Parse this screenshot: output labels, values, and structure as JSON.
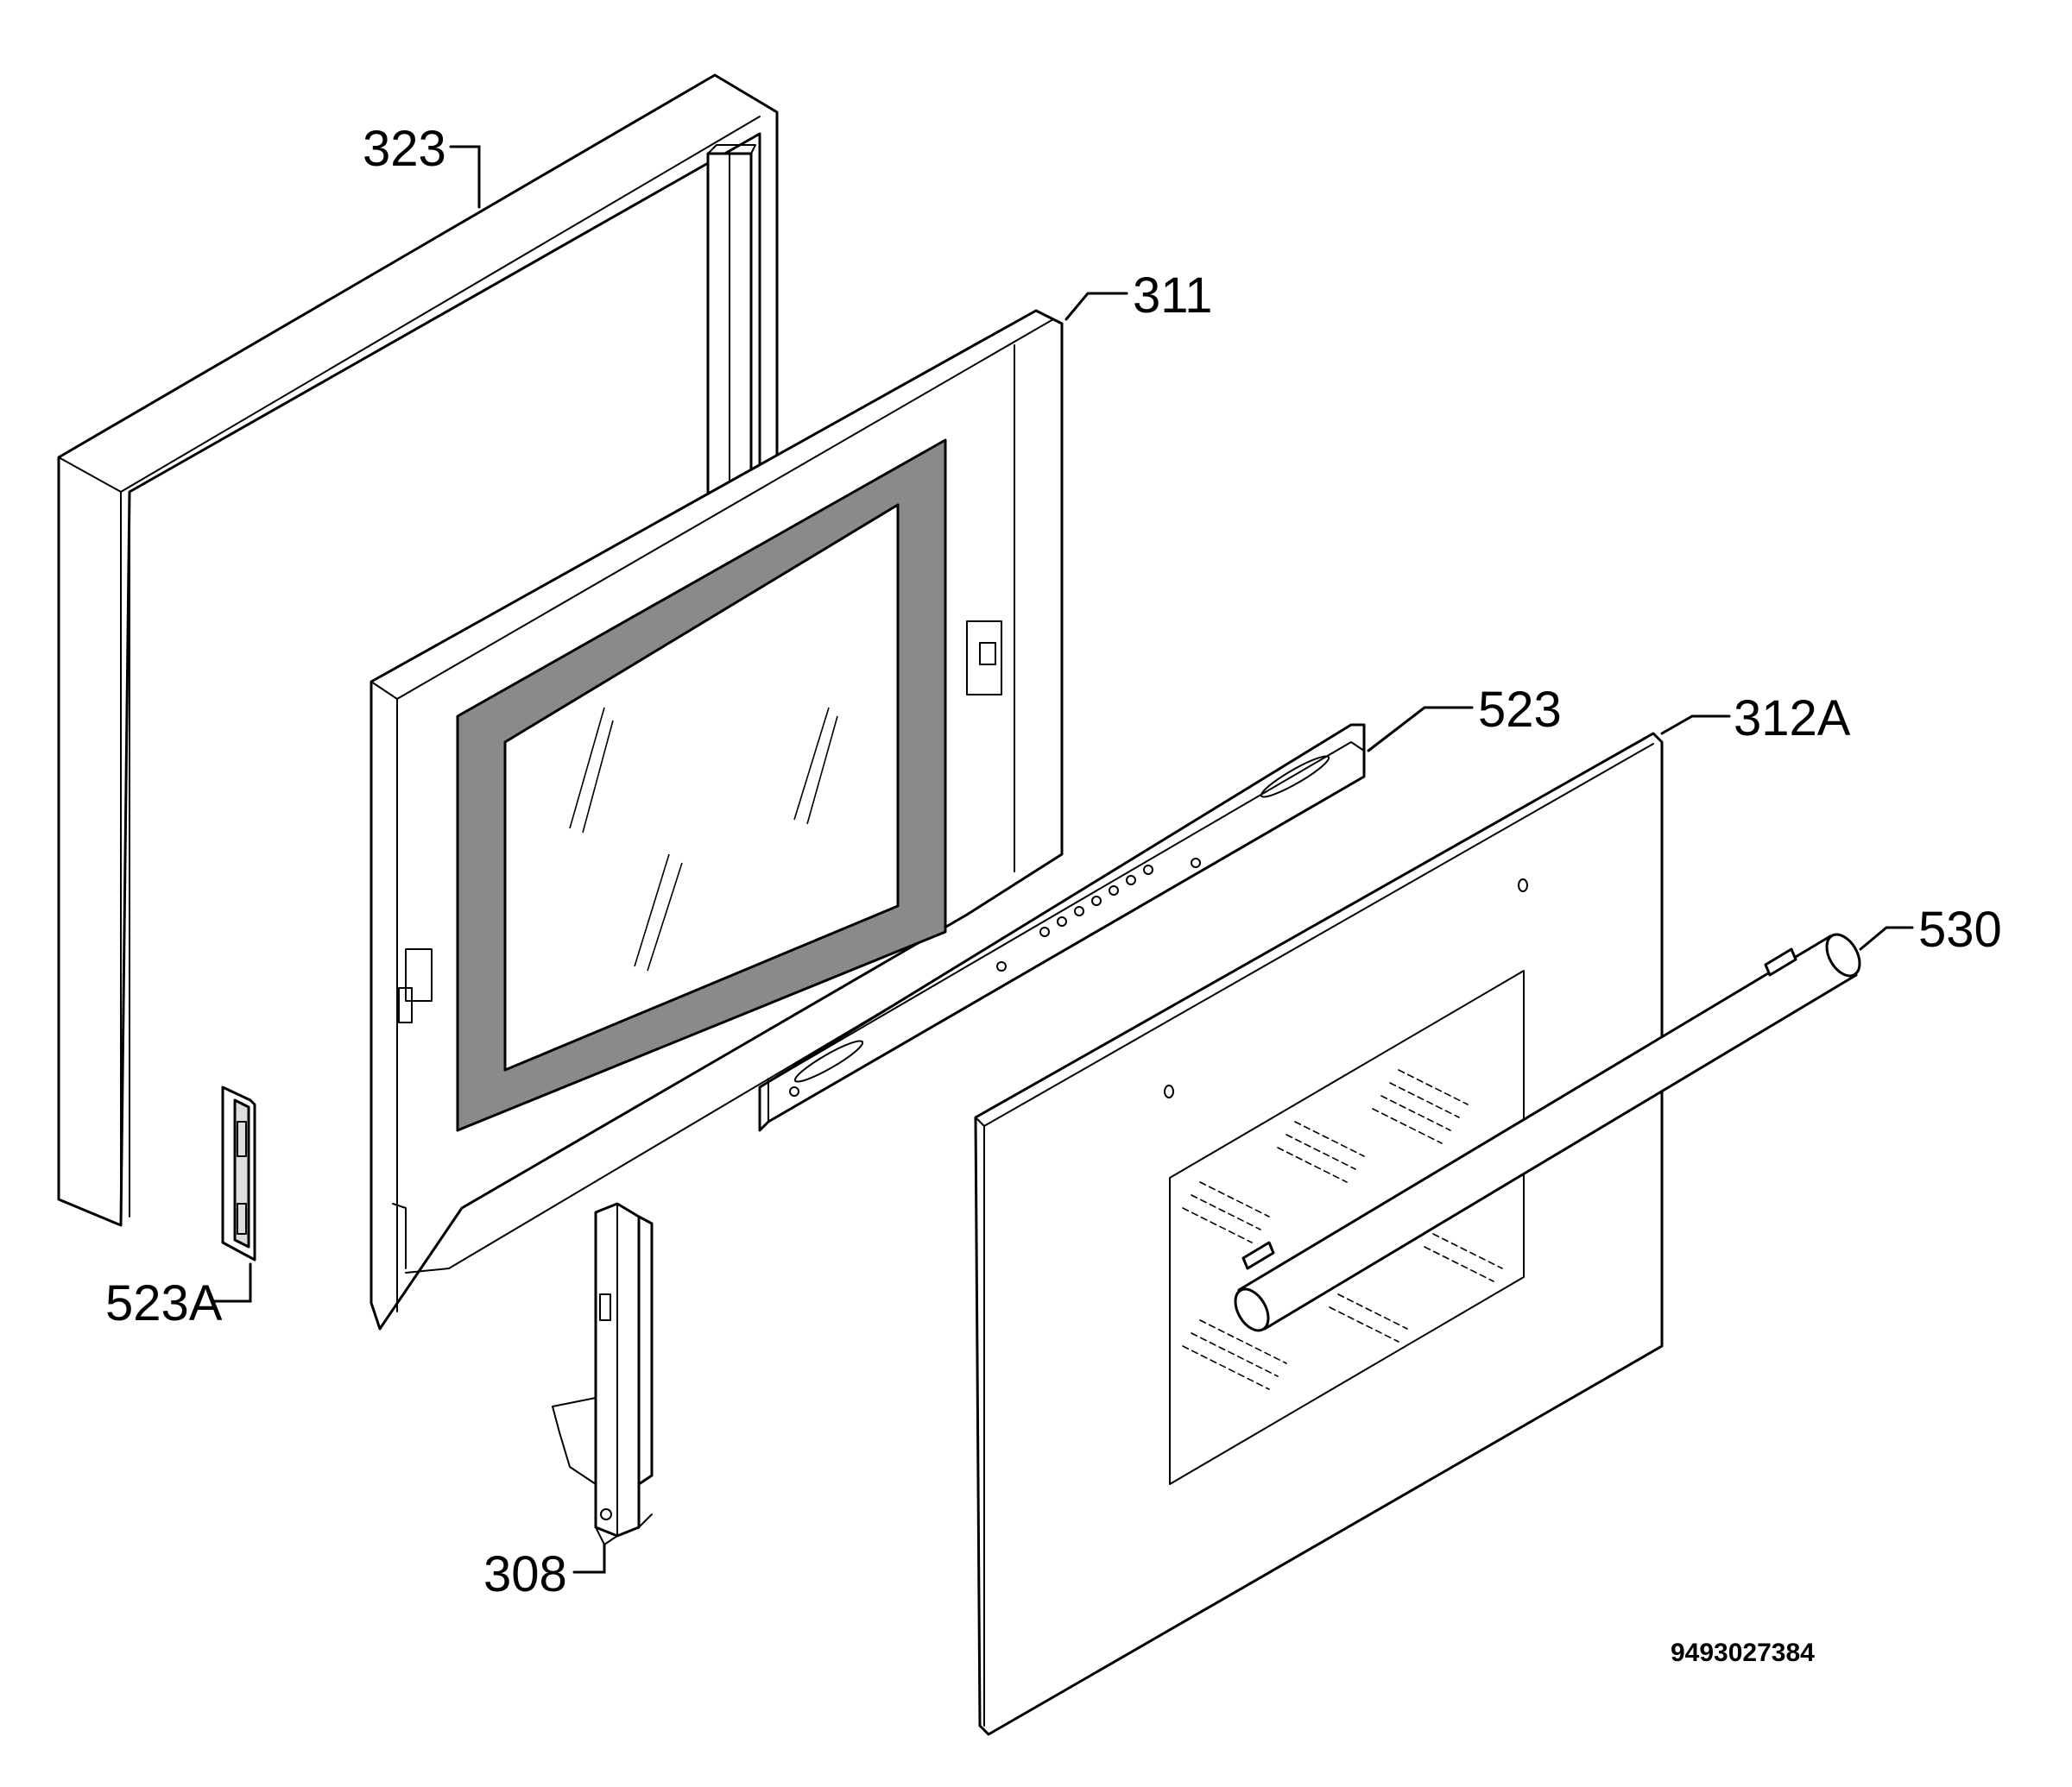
{
  "callouts": {
    "c323": "323",
    "c311": "311",
    "c523": "523",
    "c312a": "312A",
    "c530": "530",
    "c523a": "523A",
    "c308": "308"
  },
  "document_number": "9493027384",
  "parts": [
    "door-frame-trim",
    "inner-door-panel",
    "door-rail",
    "outer-glass-door",
    "door-handle",
    "hinge-bracket",
    "hinge-cover"
  ]
}
